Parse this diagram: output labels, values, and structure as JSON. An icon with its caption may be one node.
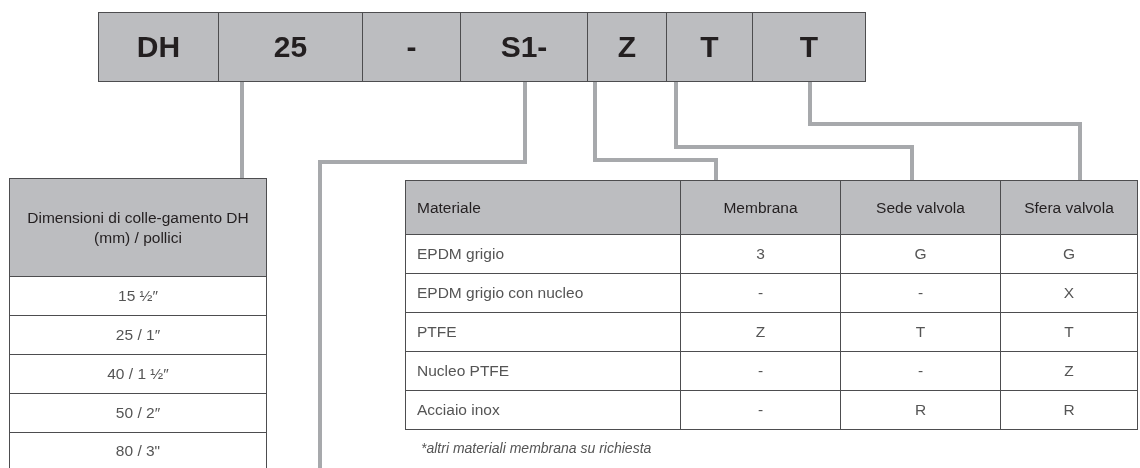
{
  "diagram": {
    "nodes": [
      {
        "text": [
          "DH"
        ]
      },
      {
        "text": [
          "25"
        ]
      },
      {
        "text": [
          "-"
        ]
      },
      {
        "text": [
          "S1-"
        ]
      },
      {
        "text": [
          "Z"
        ]
      },
      {
        "text": [
          "T"
        ]
      },
      {
        "text": [
          "T"
        ]
      },
      {
        "text": [
          "Dimensioni di colle-gamento DH (mm) / pollici"
        ]
      },
      {
        "text": [
          "Materiale"
        ]
      },
      {
        "text": [
          "Membrana"
        ]
      },
      {
        "text": [
          "Sede valvola"
        ]
      },
      {
        "text": [
          "Sfera valvola"
        ]
      }
    ],
    "edges": [
      {
        "from": 1,
        "to": 7,
        "arrow": "none"
      },
      {
        "from": 3,
        "to": null,
        "arrow": "none"
      },
      {
        "from": 4,
        "to": 9,
        "arrow": "none"
      },
      {
        "from": 5,
        "to": 10,
        "arrow": "none"
      },
      {
        "from": 6,
        "to": 11,
        "arrow": "none"
      }
    ],
    "labels": [
      "15  ½″",
      "25 / 1″",
      "40 / 1 ½″",
      "50 / 2″",
      "80 / 3\"",
      "EPDM grigio",
      "3",
      "G",
      "G",
      "EPDM grigio con nucleo",
      "-",
      "-",
      "X",
      "PTFE",
      "Z",
      "T",
      "T",
      "Nucleo PTFE",
      "-",
      "-",
      "Z",
      "Acciaio inox",
      "-",
      "R",
      "R",
      "*altri materiali membrana su richiesta"
    ]
  }
}
